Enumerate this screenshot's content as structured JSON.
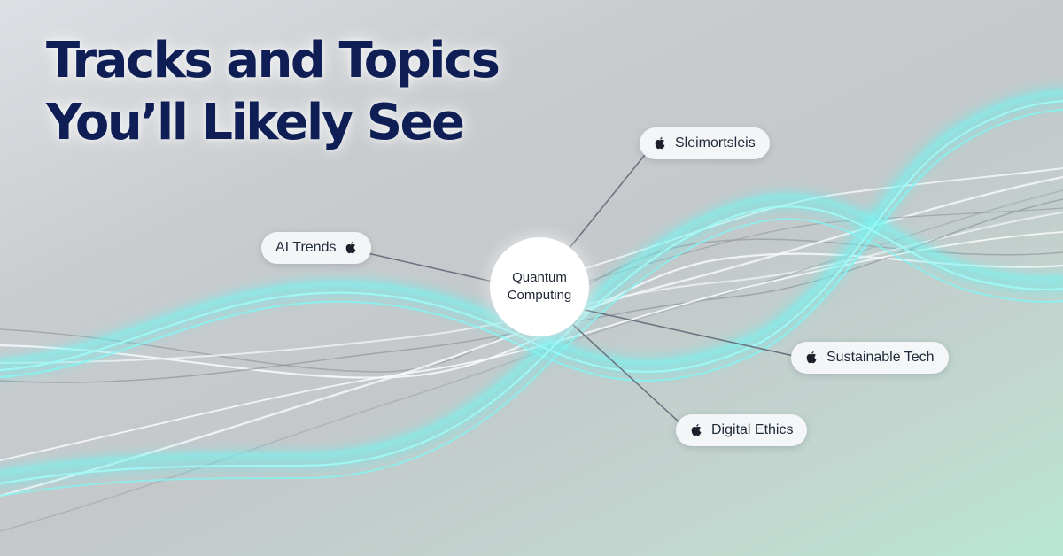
{
  "title": {
    "line1": "Tracks and Topics",
    "line2": "You’ll Likely See"
  },
  "center": {
    "line1": "Quantum",
    "line2": "Computing"
  },
  "topics": {
    "top": {
      "label": "Sleimortsleis",
      "icon": "apple-icon"
    },
    "ai": {
      "label": "AI Trends",
      "icon": "apple-icon"
    },
    "sustainable": {
      "label": "Sustainable Tech",
      "icon": "apple-icon"
    },
    "ethics": {
      "label": "Digital Ethics",
      "icon": "apple-icon"
    }
  },
  "colors": {
    "title": "#0f1f56",
    "glow_wave": "#5ff2f0",
    "silver_wave": "#f4f6f8",
    "connector": "#6b7480"
  }
}
